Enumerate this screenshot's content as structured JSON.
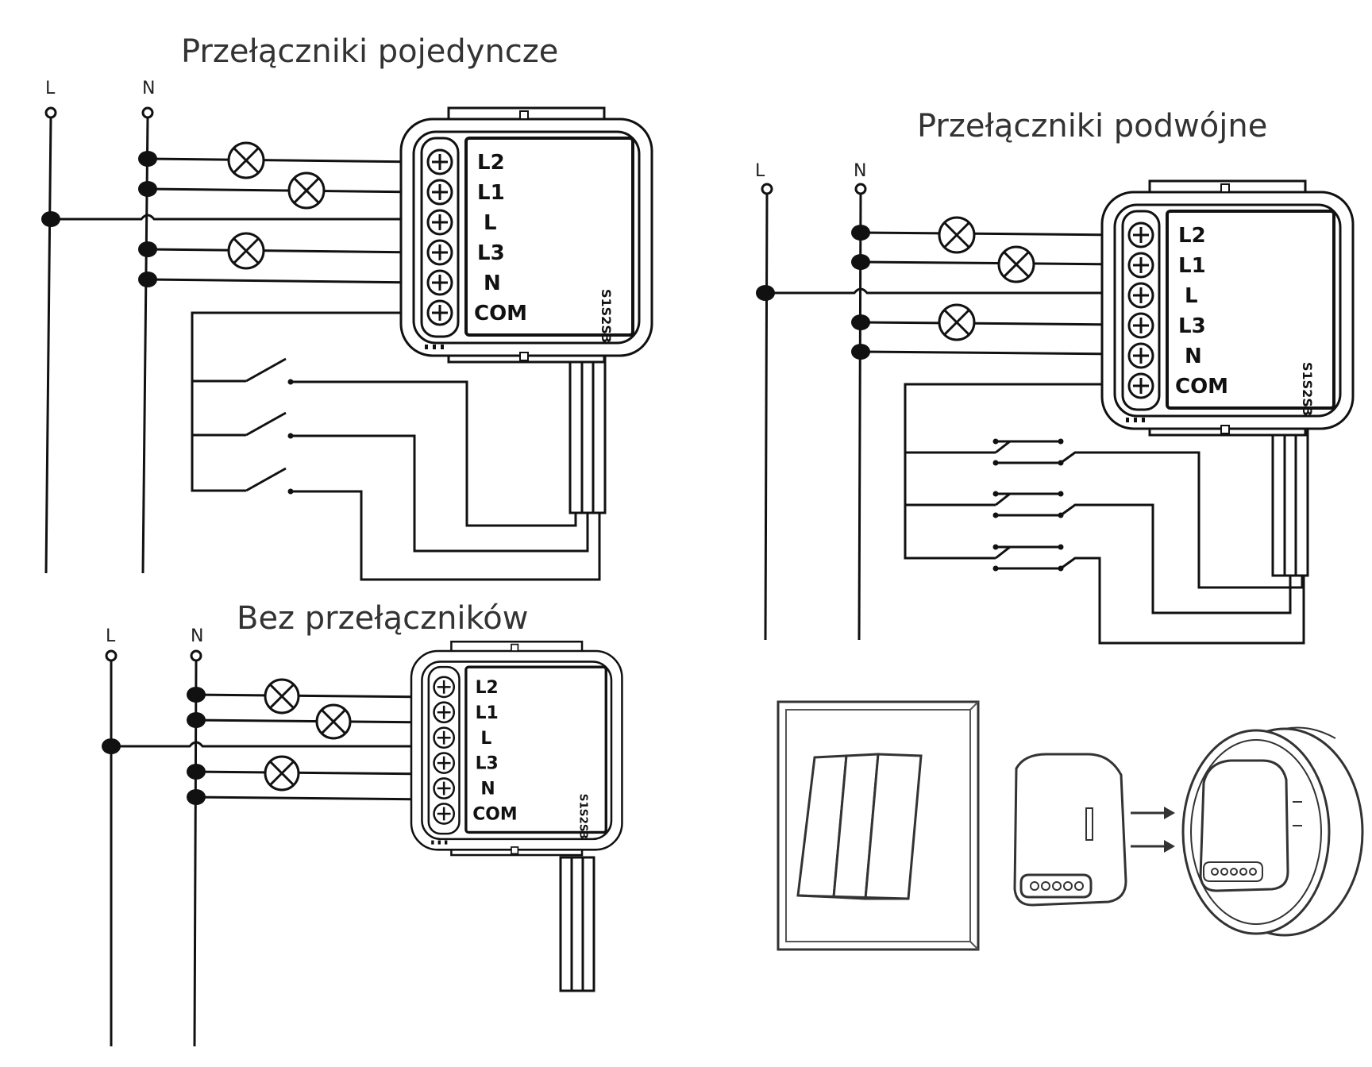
{
  "titles": {
    "single": "Przełączniki pojedyncze",
    "double": "Przełączniki podwójne",
    "none": "Bez przełączników"
  },
  "line_labels": {
    "l": "L",
    "n": "N"
  },
  "terminals": [
    "L2",
    "L1",
    "L",
    "L3",
    "N",
    "COM"
  ],
  "switch_terminals": "S1S2S3",
  "colors": {
    "ink": "#111111",
    "title": "#333333",
    "device": "#ffffff"
  }
}
